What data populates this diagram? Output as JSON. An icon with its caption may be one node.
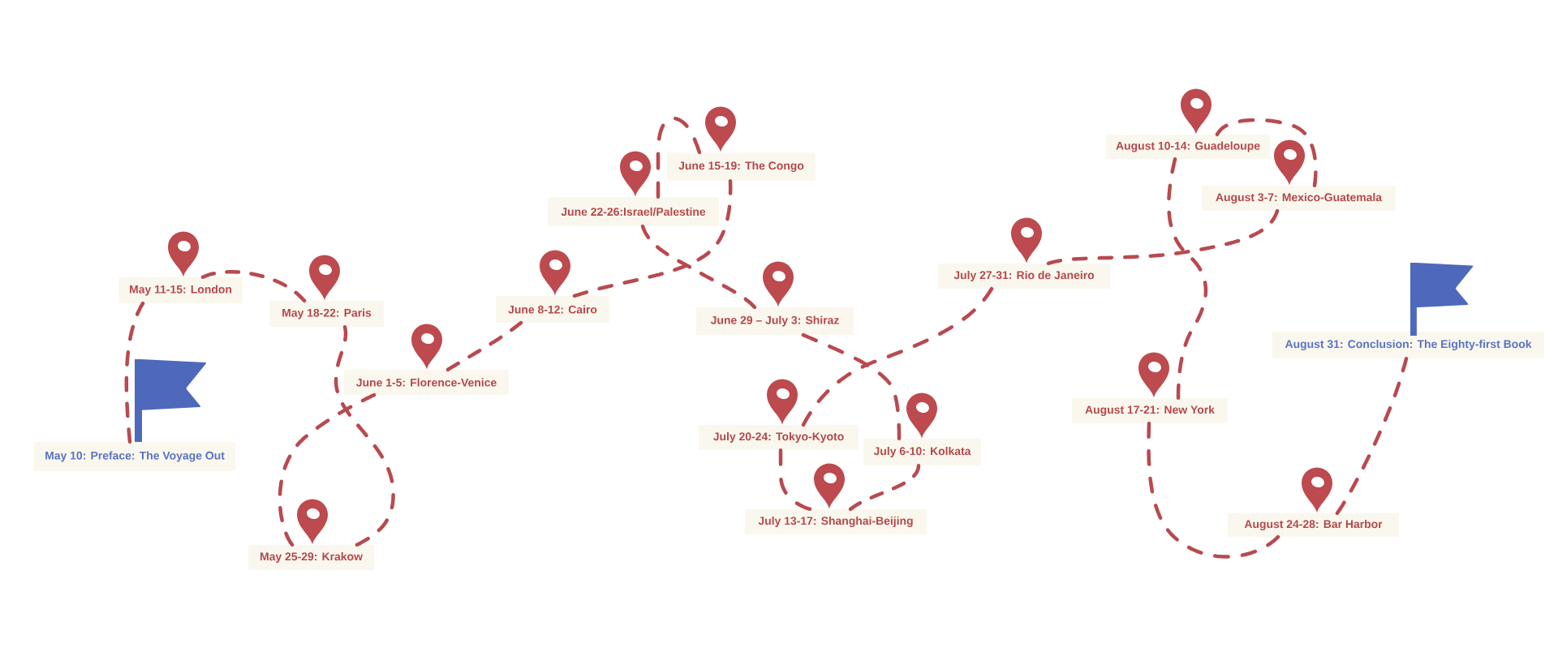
{
  "diagram": {
    "nodes": [
      {
        "text": [
          "May 10: Preface: The Voyage Out"
        ]
      },
      {
        "text": [
          "May 11-15: London"
        ]
      },
      {
        "text": [
          "May 18-22: Paris"
        ]
      },
      {
        "text": [
          "May 25-29: Krakow"
        ]
      },
      {
        "text": [
          "June 1-5: Florence-Venice"
        ]
      },
      {
        "text": [
          "June 8-12: Cairo"
        ]
      },
      {
        "text": [
          "June 15-19: The Congo"
        ]
      },
      {
        "text": [
          "June 22-26:Israel/Palestine"
        ]
      },
      {
        "text": [
          "June 29 – July 3: Shiraz"
        ]
      },
      {
        "text": [
          "July 6-10: Kolkata"
        ]
      },
      {
        "text": [
          "July 13-17: Shanghai-Beijing"
        ]
      },
      {
        "text": [
          "July 20-24: Tokyo-Kyoto"
        ]
      },
      {
        "text": [
          "July 27-31: Rio de Janeiro"
        ]
      },
      {
        "text": [
          "August 3-7: Mexico-Guatemala"
        ]
      },
      {
        "text": [
          "August 10-14: Guadeloupe"
        ]
      },
      {
        "text": [
          "August 17-21: New York"
        ]
      },
      {
        "text": [
          "August 24-28: Bar Harbor"
        ]
      },
      {
        "text": [
          "August 31: Conclusion: The Eighty-first Book"
        ]
      }
    ],
    "edges": [
      {
        "from": 0,
        "to": 1,
        "arrow": "none",
        "style": "dashed"
      },
      {
        "from": 1,
        "to": 2,
        "arrow": "none",
        "style": "dashed"
      },
      {
        "from": 2,
        "to": 3,
        "arrow": "none",
        "style": "dashed"
      },
      {
        "from": 3,
        "to": 4,
        "arrow": "none",
        "style": "dashed"
      },
      {
        "from": 4,
        "to": 5,
        "arrow": "none",
        "style": "dashed"
      },
      {
        "from": 5,
        "to": 6,
        "arrow": "none",
        "style": "dashed"
      },
      {
        "from": 6,
        "to": 7,
        "arrow": "none",
        "style": "dashed"
      },
      {
        "from": 7,
        "to": 8,
        "arrow": "none",
        "style": "dashed"
      },
      {
        "from": 8,
        "to": 9,
        "arrow": "none",
        "style": "dashed"
      },
      {
        "from": 9,
        "to": 10,
        "arrow": "none",
        "style": "dashed"
      },
      {
        "from": 10,
        "to": 11,
        "arrow": "none",
        "style": "dashed"
      },
      {
        "from": 11,
        "to": 12,
        "arrow": "none",
        "style": "dashed"
      },
      {
        "from": 12,
        "to": 13,
        "arrow": "none",
        "style": "dashed"
      },
      {
        "from": 13,
        "to": 14,
        "arrow": "none",
        "style": "dashed"
      },
      {
        "from": 14,
        "to": 15,
        "arrow": "none",
        "style": "dashed"
      },
      {
        "from": 15,
        "to": 16,
        "arrow": "none",
        "style": "dashed"
      },
      {
        "from": 16,
        "to": 17,
        "arrow": "none",
        "style": "dashed"
      }
    ]
  }
}
